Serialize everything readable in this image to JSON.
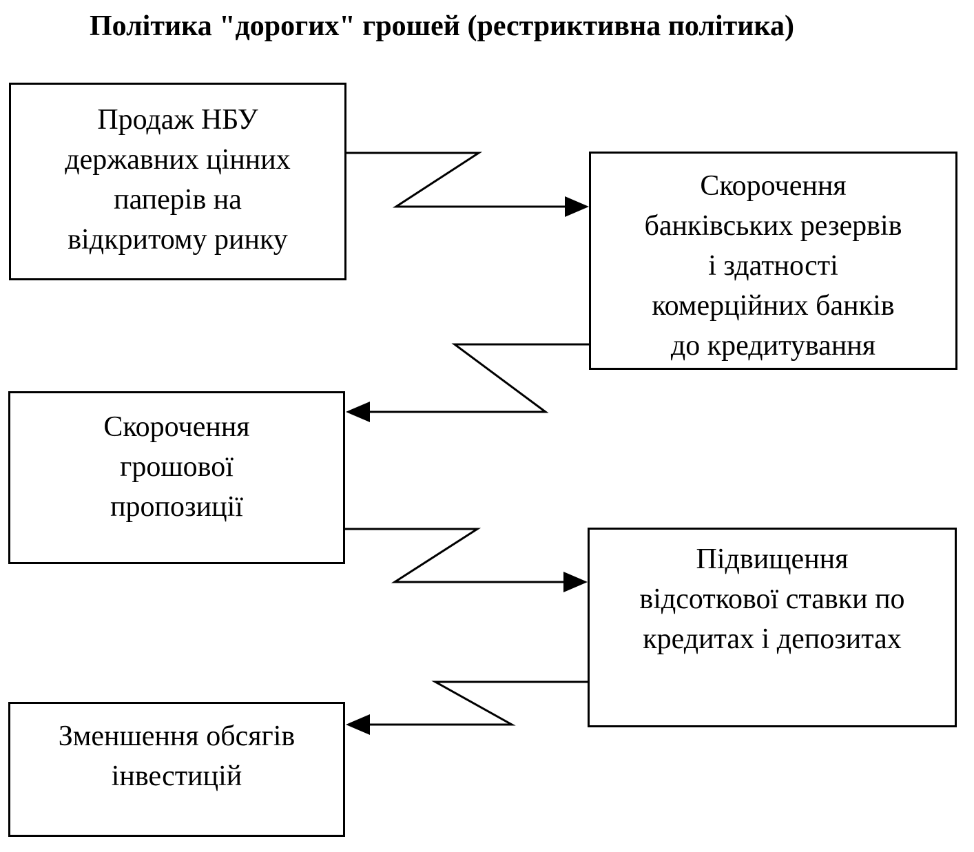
{
  "title": "Політика \"дорогих\" грошей (рестриктивна політика)",
  "boxes": [
    {
      "lines": [
        "Продаж НБУ",
        "державних цінних",
        "паперів на",
        "відкритому ринку"
      ]
    },
    {
      "lines": [
        "Скорочення",
        "банківських резервів",
        "і здатності",
        "комерційних банків",
        "до кредитування"
      ]
    },
    {
      "lines": [
        "Скорочення",
        "грошової",
        "пропозиції"
      ]
    },
    {
      "lines": [
        "Підвищення",
        "відсоткової ставки по",
        "кредитах і депозитах"
      ]
    },
    {
      "lines": [
        "Зменшення обсягів",
        "інвестицій"
      ]
    }
  ]
}
